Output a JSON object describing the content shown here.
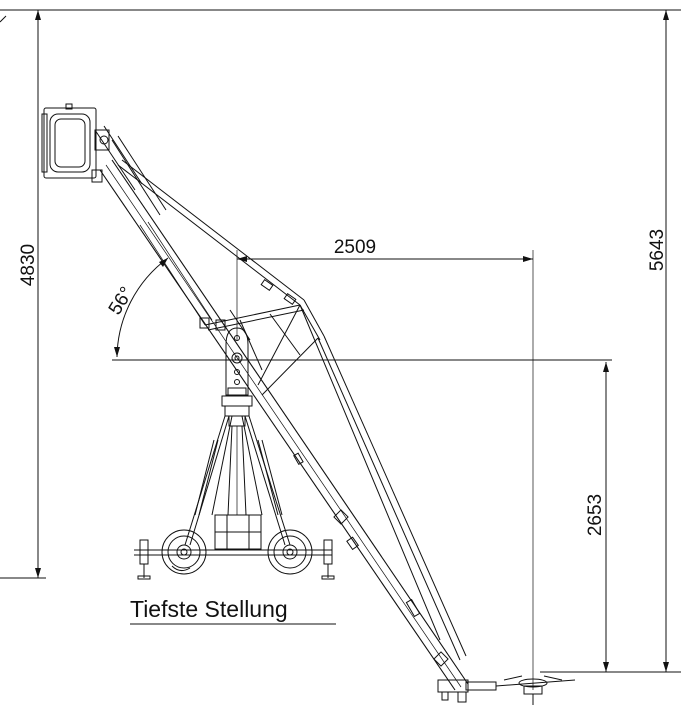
{
  "dimensions": {
    "total_height": "5643",
    "boom_height": "4830",
    "reach": "2509",
    "lowest_height": "2653",
    "angle": "56°"
  },
  "caption": "Tiefste Stellung"
}
